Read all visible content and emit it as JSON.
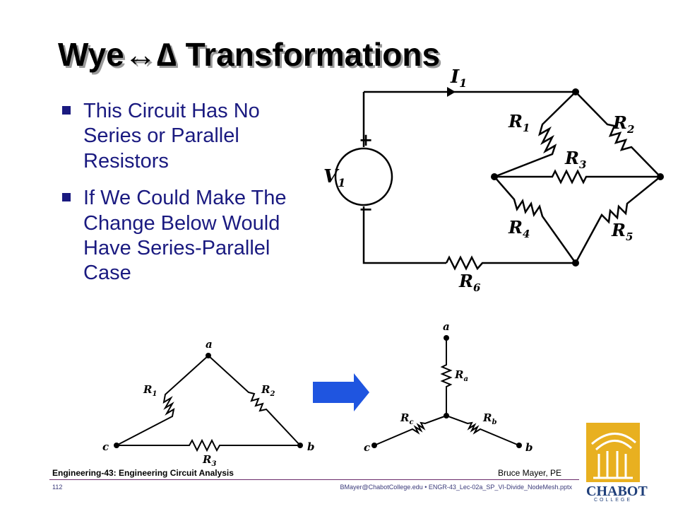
{
  "slide": {
    "title": "Wye↔∆ Transformations",
    "bullets": [
      "This Circuit Has No Series or Parallel Resistors",
      "If We Could Make The Change Below Would Have Series-Parallel Case"
    ]
  },
  "circuit": {
    "current": "I",
    "current_sub": "1",
    "source": "V",
    "source_sub": "1",
    "plus": "+",
    "minus": "−",
    "r1": "R",
    "r1_sub": "1",
    "r2": "R",
    "r2_sub": "2",
    "r3": "R",
    "r3_sub": "3",
    "r4": "R",
    "r4_sub": "4",
    "r5": "R",
    "r5_sub": "5",
    "r6": "R",
    "r6_sub": "6"
  },
  "delta": {
    "node_a": "a",
    "node_b": "b",
    "node_c": "c",
    "r1": "R",
    "r1_sub": "1",
    "r2": "R",
    "r2_sub": "2",
    "r3": "R",
    "r3_sub": "3"
  },
  "wye": {
    "node_a": "a",
    "node_b": "b",
    "node_c": "c",
    "ra": "R",
    "ra_sub": "a",
    "rb": "R",
    "rb_sub": "b",
    "rc": "R",
    "rc_sub": "c"
  },
  "footer": {
    "course": "Engineering-43: Engineering Circuit Analysis",
    "author": "Bruce Mayer, PE",
    "page": "112",
    "file": "BMayer@ChabotCollege.edu  •  ENGR-43_Lec-02a_SP_VI-Divide_NodeMesh.pptx"
  },
  "logo": {
    "name": "CHABOT",
    "sub": "COLLEGE"
  },
  "colors": {
    "bullet_text": "#1a1a80",
    "arrow": "#1f55e0",
    "logo_gold": "#e8b020",
    "logo_blue": "#1f3f7a"
  }
}
